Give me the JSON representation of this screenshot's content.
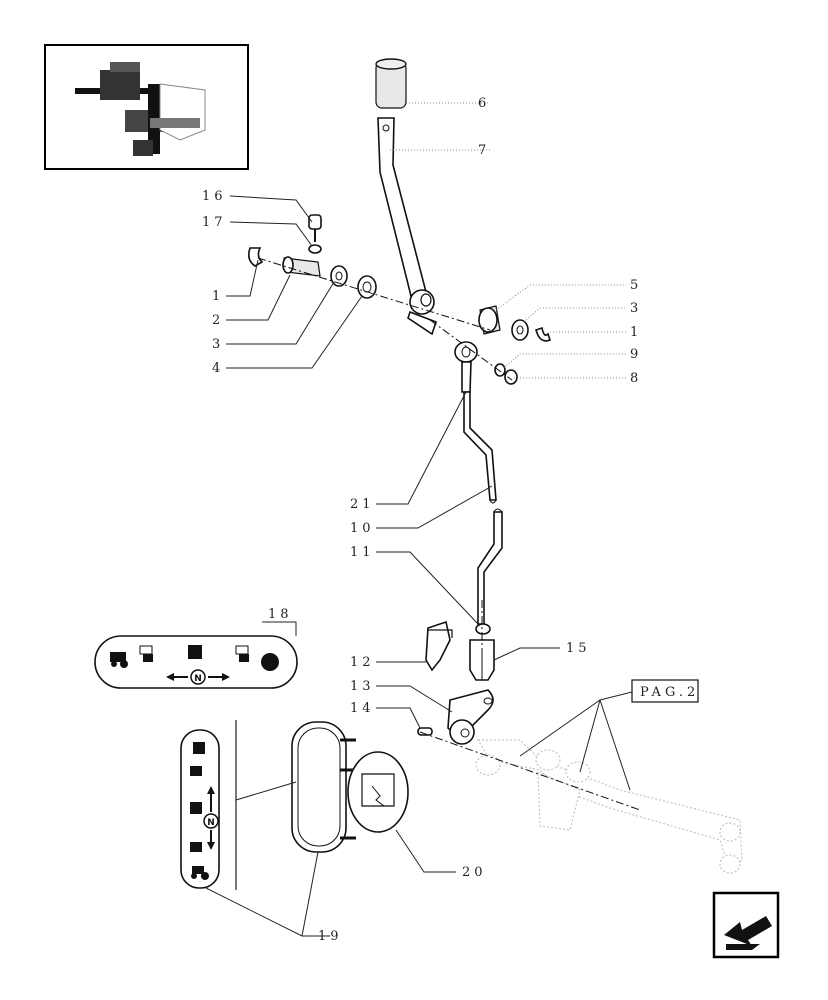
{
  "callouts": {
    "c1a": "1",
    "c1b": "1",
    "c2": "2",
    "c3a": "3",
    "c3b": "3",
    "c4": "4",
    "c5": "5",
    "c6": "6",
    "c7": "7",
    "c8": "8",
    "c9": "9",
    "c10": "10",
    "c11": "11",
    "c12": "12",
    "c13": "13",
    "c14": "14",
    "c15": "15",
    "c16": "16",
    "c17": "17",
    "c18": "18",
    "c19": "19",
    "c20": "20",
    "c21": "21"
  },
  "page_ref": "PAG.2",
  "decal_n": "N",
  "icons": [
    "locator-thumbnail",
    "next-page-arrow-icon",
    "shift-decal-horizontal",
    "shift-decal-vertical"
  ]
}
